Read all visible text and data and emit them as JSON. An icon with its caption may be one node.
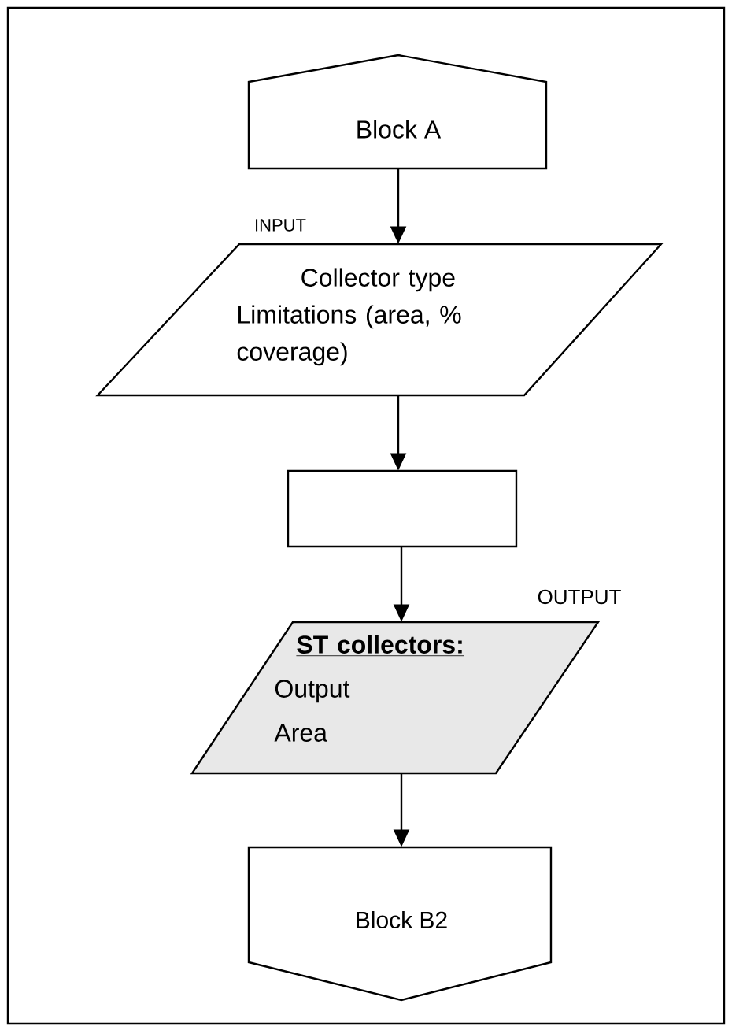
{
  "diagram": {
    "nodes": [
      {
        "text": [
          "Block A"
        ]
      },
      {
        "text": [
          "Collector type",
          "Limitations (area, % coverage)"
        ]
      },
      {
        "text": [],
        "shape": "box"
      },
      {
        "text": [
          "ST collectors:",
          "Output",
          "Area"
        ]
      },
      {
        "text": [
          "Block B2"
        ]
      }
    ],
    "edges": [
      {
        "from": 0,
        "to": 1,
        "arrow": "to"
      },
      {
        "from": 1,
        "to": 2,
        "arrow": "to"
      },
      {
        "from": 2,
        "to": 3,
        "arrow": "to"
      },
      {
        "from": 3,
        "to": 4,
        "arrow": "to"
      }
    ],
    "labels": [
      "INPUT",
      "OUTPUT"
    ]
  }
}
